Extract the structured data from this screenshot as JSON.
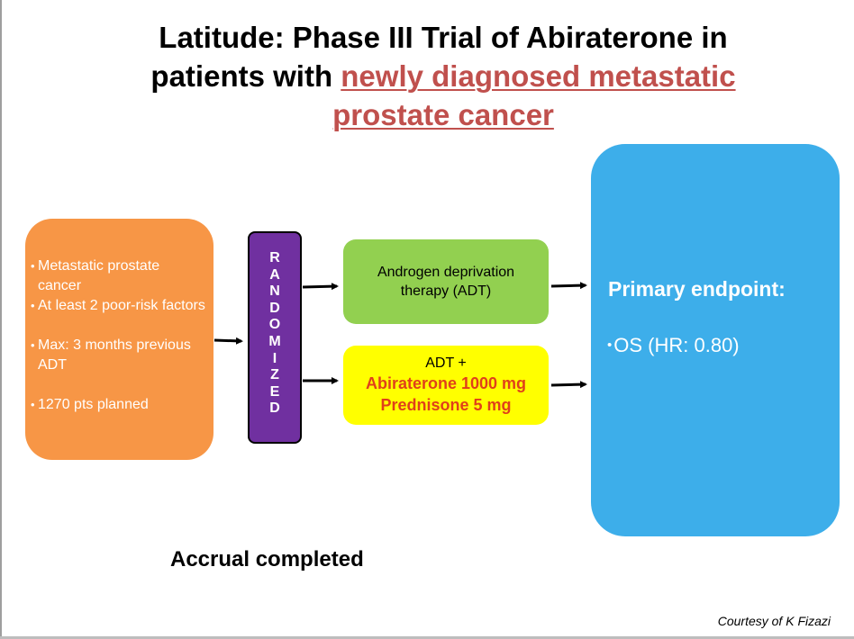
{
  "title": {
    "line1": "Latitude: Phase III Trial of Abiraterone in",
    "line2_prefix": "patients with ",
    "line2_highlight": "newly diagnosed metastatic",
    "line3_highlight": "prostate cancer"
  },
  "eligibility": {
    "items": [
      "Metastatic prostate cancer",
      "At least 2 poor-risk factors",
      "Max: 3 months previous ADT",
      "1270 pts planned"
    ]
  },
  "randomized": {
    "letters": [
      "R",
      "A",
      "N",
      "D",
      "O",
      "M",
      "I",
      "Z",
      "E",
      "D"
    ]
  },
  "arm_control": {
    "label": "Androgen deprivation therapy (ADT)"
  },
  "arm_experimental": {
    "line1": "ADT +",
    "line2": "Abiraterone 1000 mg",
    "line3": "Prednisone 5 mg"
  },
  "endpoint": {
    "title": "Primary endpoint:",
    "item": "OS (HR: 0.80)"
  },
  "status": "Accrual completed",
  "credit": "Courtesy of K Fizazi",
  "colors": {
    "highlight_red": "#c0504d",
    "orange_box": "#f79646",
    "purple_box": "#7030a0",
    "green_box": "#92d050",
    "yellow_box": "#ffff00",
    "yellow_text_red": "#e0401a",
    "blue_box": "#3daeea"
  }
}
